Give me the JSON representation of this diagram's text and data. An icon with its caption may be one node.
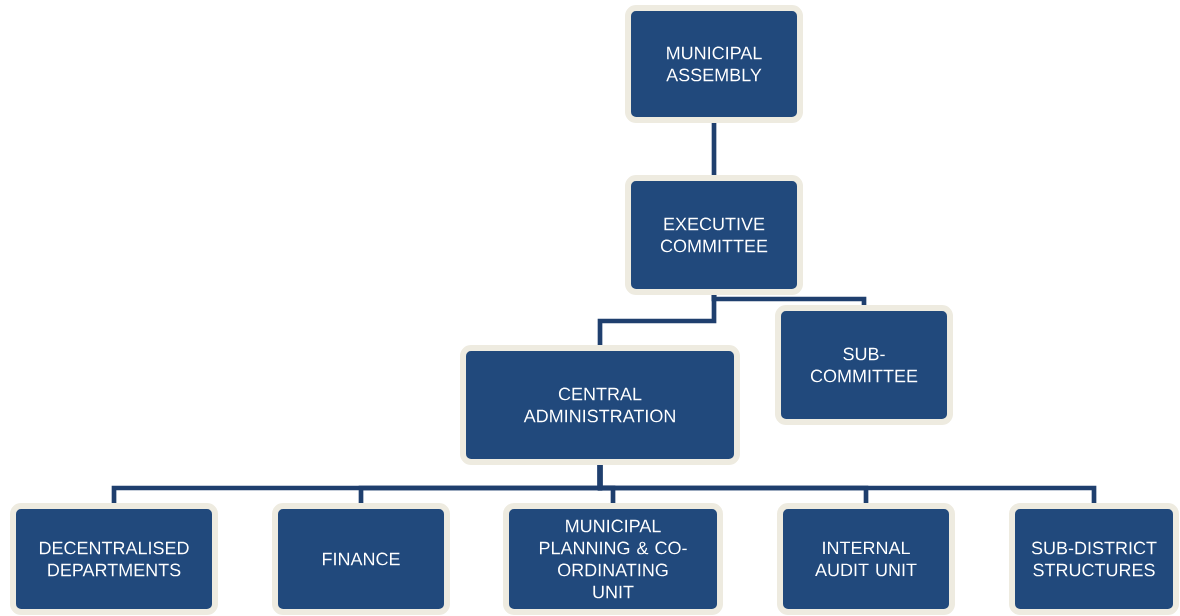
{
  "diagram": {
    "nodes": [
      {
        "text": [
          "MUNICIPAL ASSEMBLY"
        ]
      },
      {
        "text": [
          "EXECUTIVE COMMITTEE"
        ]
      },
      {
        "text": [
          "CENTRAL ADMINISTRATION"
        ]
      },
      {
        "text": [
          "SUB-COMMITTEE"
        ]
      },
      {
        "text": [
          "DECENTRALISED DEPARTMENTS"
        ]
      },
      {
        "text": [
          "FINANCE"
        ]
      },
      {
        "text": [
          "MUNICIPAL PLANNING & CO-ORDINATING UNIT"
        ]
      },
      {
        "text": [
          "INTERNAL AUDIT UNIT"
        ]
      },
      {
        "text": [
          "SUB-DISTRICT STRUCTURES"
        ]
      }
    ],
    "edges": [
      {
        "from": 0,
        "to": 1,
        "arrow": "none"
      },
      {
        "from": 1,
        "to": 2,
        "arrow": "none"
      },
      {
        "from": 1,
        "to": 3,
        "arrow": "none"
      },
      {
        "from": 2,
        "to": 4,
        "arrow": "none"
      },
      {
        "from": 2,
        "to": 5,
        "arrow": "none"
      },
      {
        "from": 2,
        "to": 6,
        "arrow": "none"
      },
      {
        "from": 2,
        "to": 7,
        "arrow": "none"
      },
      {
        "from": 2,
        "to": 8,
        "arrow": "none"
      }
    ]
  }
}
